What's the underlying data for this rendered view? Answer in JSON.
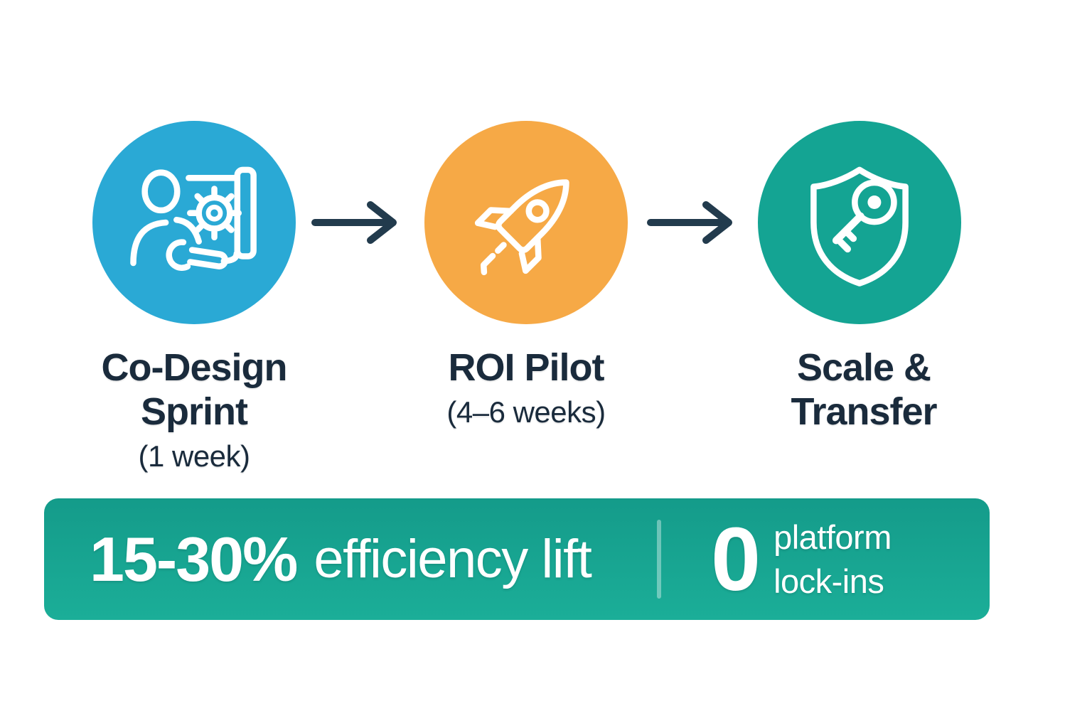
{
  "steps": [
    {
      "title_lines": [
        "Co-Design",
        "Sprint"
      ],
      "subtitle": "(1 week)",
      "circle_color": "#2AA9D5",
      "icon": "person-gear-wrench-icon"
    },
    {
      "title_lines": [
        "ROI Pilot"
      ],
      "subtitle": "(4–6 weeks)",
      "circle_color": "#F6A946",
      "icon": "rocket-icon"
    },
    {
      "title_lines": [
        "Scale &",
        "Transfer"
      ],
      "circle_color": "#14A493",
      "icon": "shield-key-icon"
    }
  ],
  "arrows": {
    "color": "#223B4D"
  },
  "banner": {
    "efficiency_stat": {
      "value": "15-30%",
      "label": "efficiency lift"
    },
    "lockin_stat": {
      "value": "0",
      "label_lines": [
        "platform",
        "lock-ins"
      ]
    },
    "background_top": "#149B8A",
    "background_bottom": "#1BAE98",
    "text_color": "#FFFFFF"
  },
  "colors": {
    "title_text": "#1A2B3C",
    "background": "#FFFFFF"
  }
}
